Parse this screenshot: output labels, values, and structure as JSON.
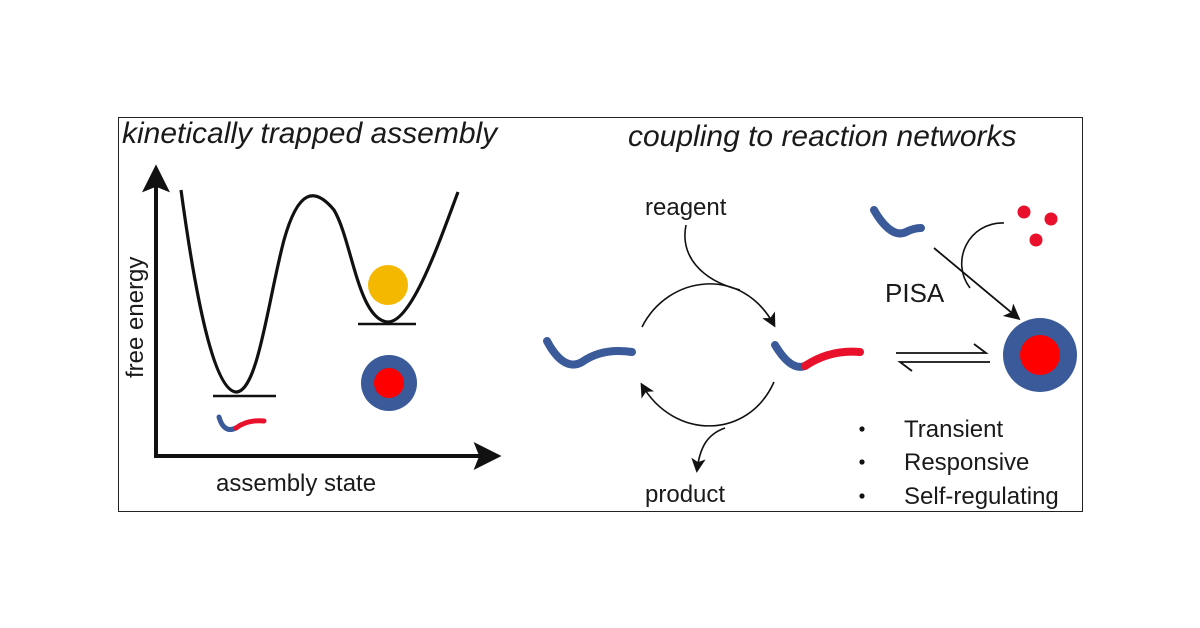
{
  "left_panel": {
    "title": "kinetically trapped assembly",
    "x_axis_label": "assembly state",
    "y_axis_label": "free energy"
  },
  "right_panel": {
    "title": "coupling to reaction networks",
    "reagent_label": "reagent",
    "product_label": "product",
    "pisa_label": "PISA",
    "bullets": [
      "Transient",
      "Responsive",
      "Self-regulating"
    ]
  },
  "colors": {
    "polymer_blue": "#3a5a99",
    "polymer_red": "#e8102a",
    "ball_yellow": "#f5b800",
    "micelle_shell": "#3a5a99",
    "micelle_core": "#ff0000",
    "stroke": "#111111"
  },
  "icons": [
    "polymer-chain-icon",
    "micelle-icon",
    "yellow-ball-icon",
    "monomer-dots-icon",
    "arrow-icon",
    "equilibrium-arrows-icon"
  ]
}
